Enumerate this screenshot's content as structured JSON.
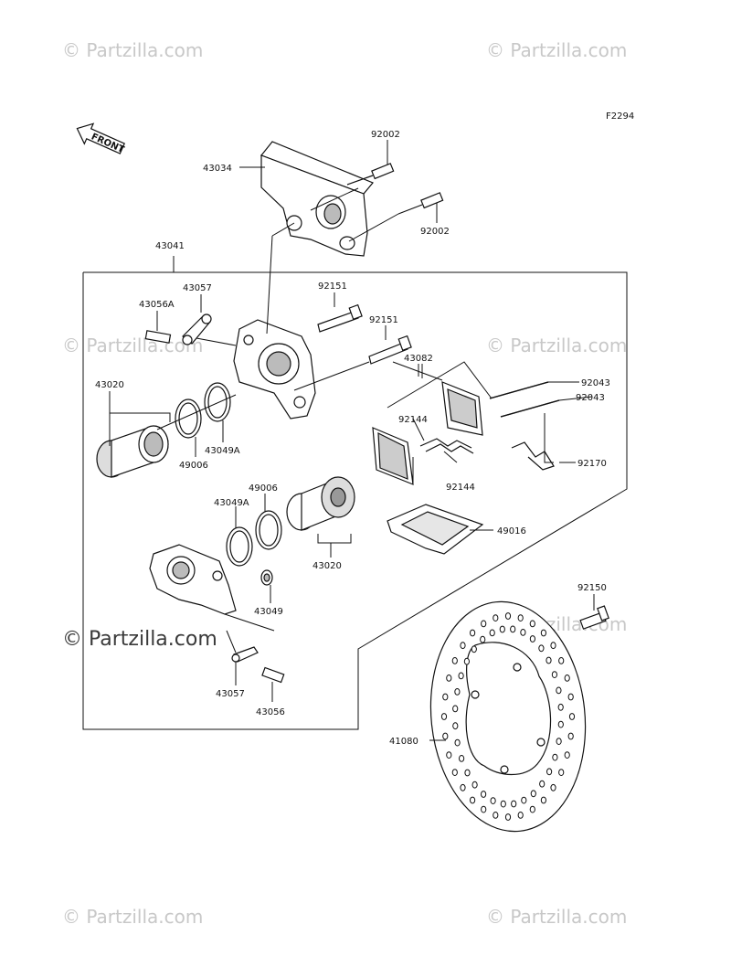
{
  "diagram_code": "F2294",
  "front_label": "FRONT",
  "watermark": "© Partzilla.com",
  "parts": {
    "p43034": "43034",
    "p92002a": "92002",
    "p92002b": "92002",
    "p43041": "43041",
    "p43057a": "43057",
    "p43056A": "43056A",
    "p92151a": "92151",
    "p92151b": "92151",
    "p43082": "43082",
    "p92043a": "92043",
    "p92043b": "92043",
    "p43020a": "43020",
    "p49006a": "49006",
    "p43049Aa": "43049A",
    "p92144a": "92144",
    "p92144b": "92144",
    "p92170": "92170",
    "p49006b": "49006",
    "p43049Ab": "43049A",
    "p43020b": "43020",
    "p49016": "49016",
    "p43049": "43049",
    "p43057b": "43057",
    "p43056": "43056",
    "p92150": "92150",
    "p41080": "41080"
  }
}
